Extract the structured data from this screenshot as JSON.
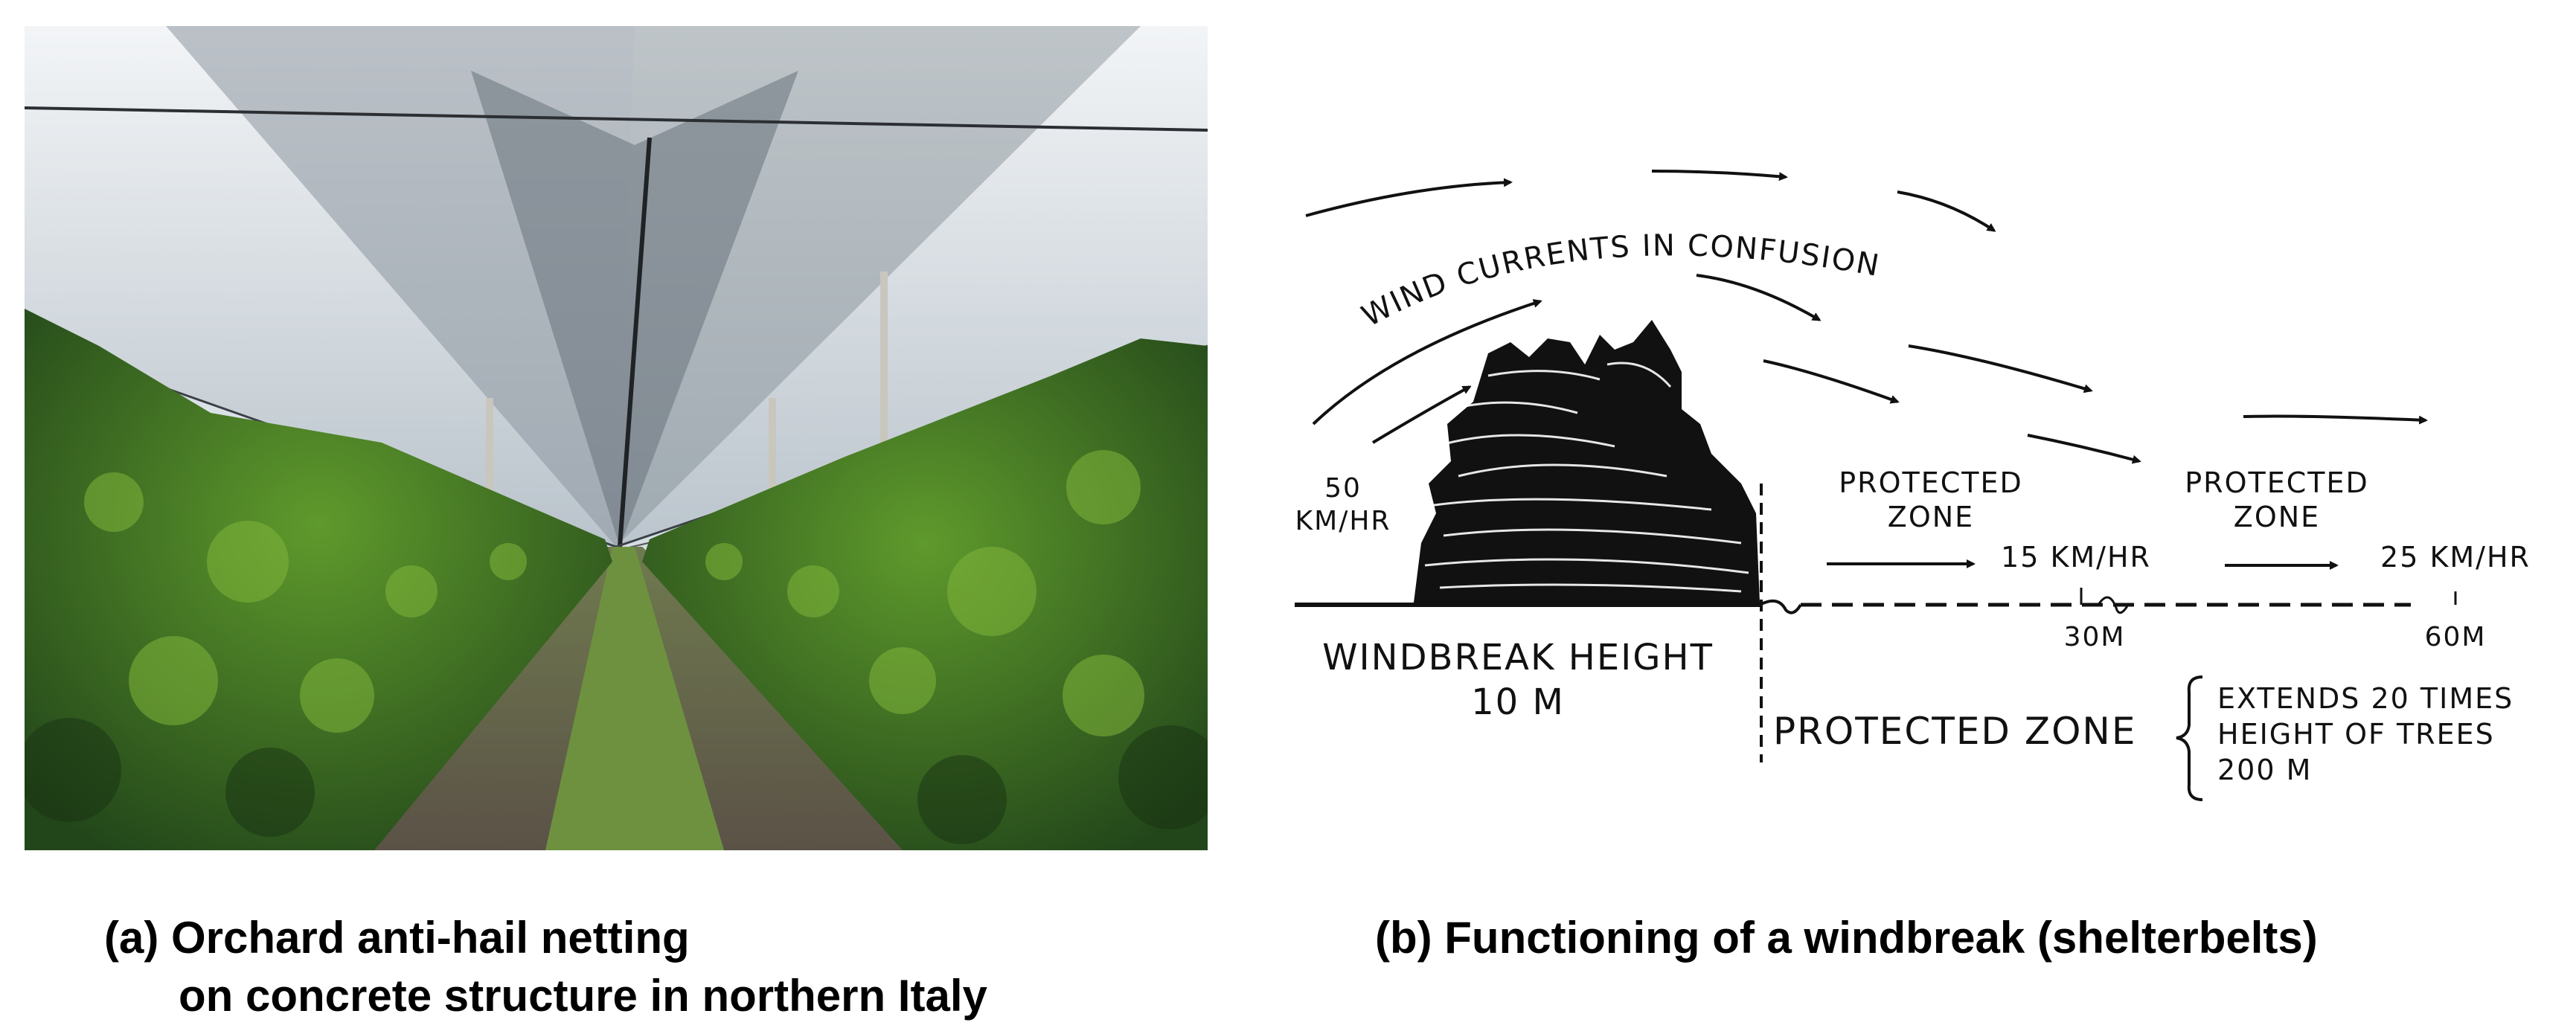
{
  "photo": {
    "subject": "orchard-anti-hail-netting-photo"
  },
  "diagram": {
    "curved_label": "WIND CURRENTS IN CONFUSION",
    "incoming_speed_value": "50",
    "incoming_speed_unit": "KM/HR",
    "protected_zone_1_line1": "PROTECTED",
    "protected_zone_1_line2": "ZONE",
    "protected_zone_2_line1": "PROTECTED",
    "protected_zone_2_line2": "ZONE",
    "speed_1": "15 KM/HR",
    "speed_2": "25 KM/HR",
    "distance_1": "30M",
    "distance_2": "60M",
    "windbreak_height_label": "WINDBREAK HEIGHT",
    "windbreak_height_value": "10 M",
    "protected_zone_label": "PROTECTED ZONE",
    "extends_line1": "EXTENDS 20 TIMES",
    "extends_line2": "HEIGHT OF TREES",
    "extends_line3": "200 M"
  },
  "captions": {
    "a_line1": "(a) Orchard anti-hail netting",
    "a_line2": "on concrete structure in northern Italy",
    "b": "(b) Functioning of a windbreak (shelterbelts)"
  }
}
